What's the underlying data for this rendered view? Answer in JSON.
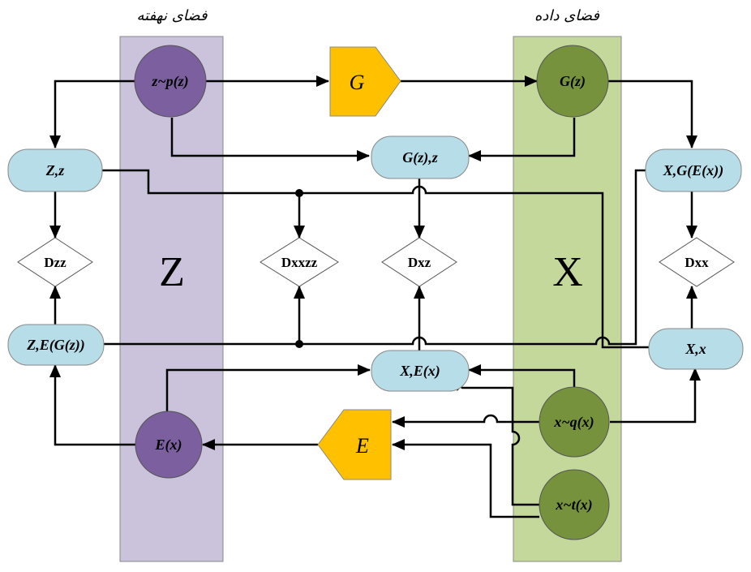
{
  "headers": {
    "latent": "فضای نهفته",
    "data": "فضای داده"
  },
  "regions": {
    "latent_letter": "Z",
    "data_letter": "X"
  },
  "circles": {
    "z_prior": "z~p(z)",
    "e_of_x": "E(x)",
    "g_of_z": "G(z)",
    "x_q": "x~q(x)",
    "x_t": "x~t(x)"
  },
  "blocks": {
    "generator": "G",
    "encoder": "E"
  },
  "pills": {
    "zz": "Z,z",
    "z_egz": "Z,E(G(z))",
    "gz_z": "G(z),z",
    "x_ex": "X,E(x)",
    "x_gex": "X,G(E(x))",
    "xx": "X,x"
  },
  "discriminators": {
    "dzz": "Dzz",
    "dxxzz": "Dxxzz",
    "dxz": "Dxz",
    "dxx": "Dxx"
  },
  "colors": {
    "latent_region": "#cbc2dc",
    "data_region": "#c5d89c",
    "purple_node": "#7b5f9e",
    "green_node": "#76923c",
    "pill": "#b7dde8",
    "block": "#ffc000"
  }
}
